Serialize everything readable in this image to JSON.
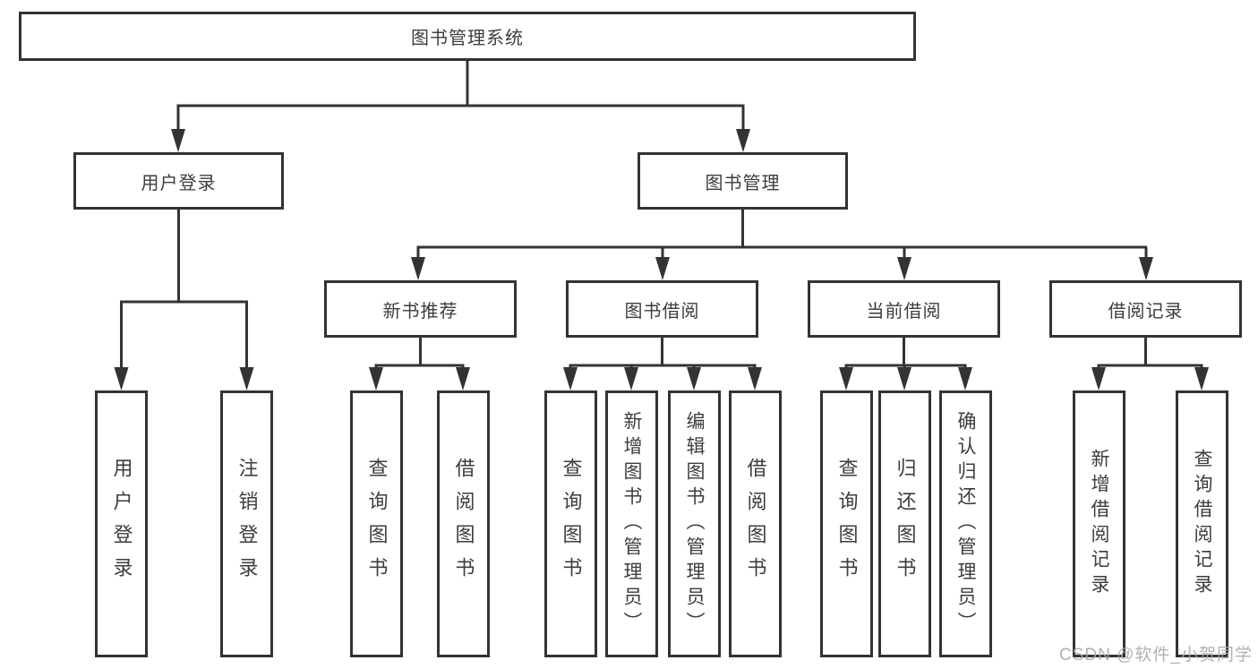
{
  "diagram": {
    "type": "tree",
    "root": {
      "label": "图书管理系统",
      "children": [
        {
          "label": "用户登录",
          "children": [
            {
              "label": "用户登录"
            },
            {
              "label": "注销登录"
            }
          ]
        },
        {
          "label": "图书管理",
          "children": [
            {
              "label": "新书推荐",
              "children": [
                {
                  "label": "查询图书"
                },
                {
                  "label": "借阅图书"
                }
              ]
            },
            {
              "label": "图书借阅",
              "children": [
                {
                  "label": "查询图书"
                },
                {
                  "label": "新增图书（管理员）"
                },
                {
                  "label": "编辑图书（管理员）"
                },
                {
                  "label": "借阅图书"
                }
              ]
            },
            {
              "label": "当前借阅",
              "children": [
                {
                  "label": "查询图书"
                },
                {
                  "label": "归还图书"
                },
                {
                  "label": "确认归还（管理员）"
                }
              ]
            },
            {
              "label": "借阅记录",
              "children": [
                {
                  "label": "新增借阅记录"
                },
                {
                  "label": "查询借阅记录"
                }
              ]
            }
          ]
        }
      ]
    },
    "colors": {
      "line": "#333333",
      "box_border": "#333333",
      "text": "#3d3d3d",
      "background": "#ffffff"
    }
  },
  "watermark": {
    "text": "CSDN @软件_小贺同学"
  }
}
